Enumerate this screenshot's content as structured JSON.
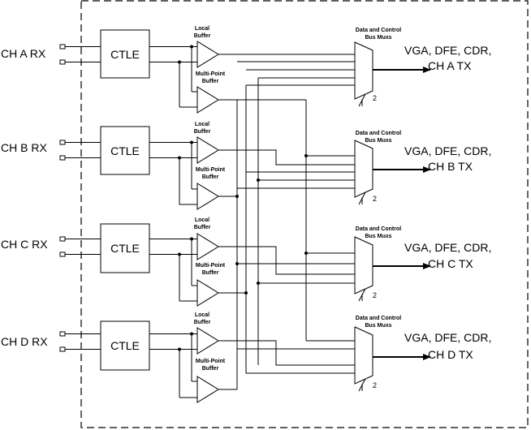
{
  "channels": [
    {
      "rx_label": "CH A RX",
      "tx_label_line1": "VGA, DFE, CDR,",
      "tx_label_line2": "CH A TX"
    },
    {
      "rx_label": "CH B RX",
      "tx_label_line1": "VGA, DFE, CDR,",
      "tx_label_line2": "CH B TX"
    },
    {
      "rx_label": "CH C RX",
      "tx_label_line1": "VGA, DFE, CDR,",
      "tx_label_line2": "CH C TX"
    },
    {
      "rx_label": "CH D RX",
      "tx_label_line1": "VGA, DFE, CDR,",
      "tx_label_line2": "CH D TX"
    }
  ],
  "ctle_label": "CTLE",
  "local_buffer_line1": "Local",
  "local_buffer_line2": "Buffer",
  "multipoint_line1": "Multi-Point",
  "multipoint_line2": "Buffer",
  "mux_line1": "Data and Control",
  "mux_line2": "Bus Muxs",
  "bus_width": "2"
}
